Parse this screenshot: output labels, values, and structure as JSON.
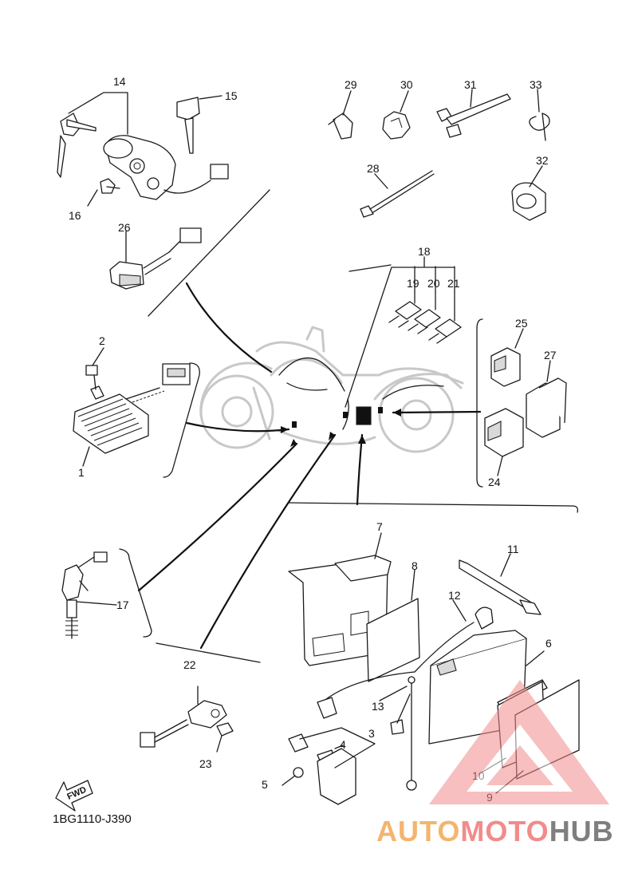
{
  "diagram": {
    "part_code": "1BG1110-J390",
    "fwd_label": "FWD",
    "callouts": [
      "1",
      "2",
      "3",
      "4",
      "5",
      "6",
      "7",
      "8",
      "9",
      "10",
      "11",
      "12",
      "13",
      "14",
      "15",
      "16",
      "17",
      "18",
      "19",
      "20",
      "21",
      "22",
      "23",
      "24",
      "25",
      "26",
      "27",
      "28",
      "29",
      "30",
      "31",
      "32",
      "33"
    ]
  },
  "watermark": {
    "part1": "AUTO",
    "part2": "MOTO",
    "part3": "HUB",
    "colors": {
      "orange": "#f3b56e",
      "red": "#f28b8b",
      "gray": "#7f7f7f"
    }
  }
}
